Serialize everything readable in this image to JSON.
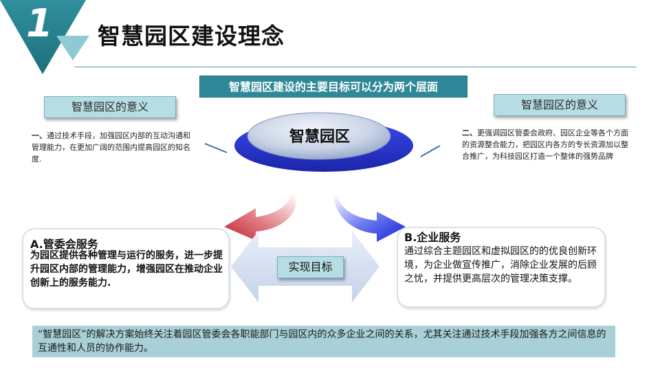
{
  "header": {
    "number": "1",
    "title": "智慧园区建设理念"
  },
  "banner": "智慧园区建设的主要目标可以分为两个层面",
  "left_tag": "智慧园区的意义",
  "right_tag": "智慧园区的意义",
  "left_para": {
    "lead": "一、",
    "text": "通过技术手段，加强园区内部的互动沟通和管理能力，在更加广阔的范围内提高园区的知名度."
  },
  "right_para": {
    "lead": "二、",
    "text": "更强调园区管委会政府、园区企业等各个方面的资源整合能力，把园区内各方的专长资源加以整合推广，为科技园区打造一个整体的强势品牌"
  },
  "center_disc": "智慧园区",
  "box_a": {
    "title": "A.管委会服务",
    "body": "为园区提供各种管理与运行的服务，进一步提升园区内部的管理能力，增强园区在推动企业创新上的服务能力."
  },
  "box_b": {
    "title": "B.企业服务",
    "body": "通过综合主题园区和虚拟园区的的优良创新环境，为企业做宣传推广，消除企业发展的后顾之忧，并提供更高层次的管理决策支撑。"
  },
  "middle_button": "实现目标",
  "footer": "“智慧园区”的解决方案始终关注着园区管委会各职能部门与园区内的众多企业之间的关系，尤其关注通过技术手段加强各方之间信息的互通性和人员的协作能力。",
  "colors": {
    "teal": "#2f8897",
    "light_teal": "#b6dde4",
    "footer_bg": "#a8d0d6",
    "disc_blue": "#2a3bd6",
    "arrow_red": "#c8323a",
    "arrow_blue": "#2030e0"
  }
}
